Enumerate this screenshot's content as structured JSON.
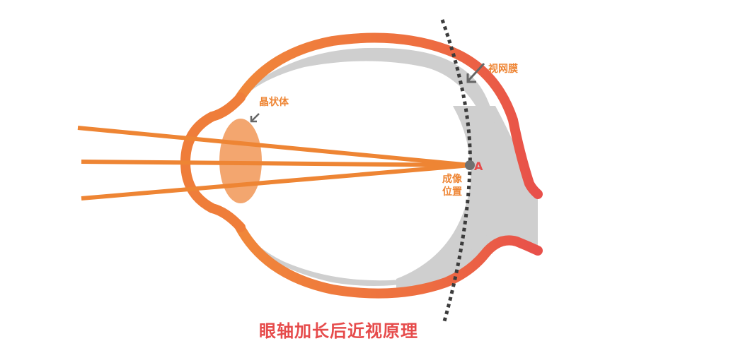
{
  "diagram": {
    "title": "眼轴加长后近视原理",
    "labels": {
      "lens": "晶状体",
      "retina": "视网膜",
      "image_position_line1": "成像",
      "image_position_line2": "位置",
      "focal_point": "A"
    },
    "colors": {
      "sclera_orange": "#ef7d3a",
      "sclera_red": "#e8504a",
      "choroid_gray": "#cfcfcf",
      "lens_fill": "#f3a66f",
      "light_ray": "#ee8534",
      "dotted_line": "#3c3c3c",
      "focal_point": "#707070",
      "arrow": "#666666",
      "title_red": "#e64b4b",
      "label_orange": "#ee8534"
    }
  }
}
